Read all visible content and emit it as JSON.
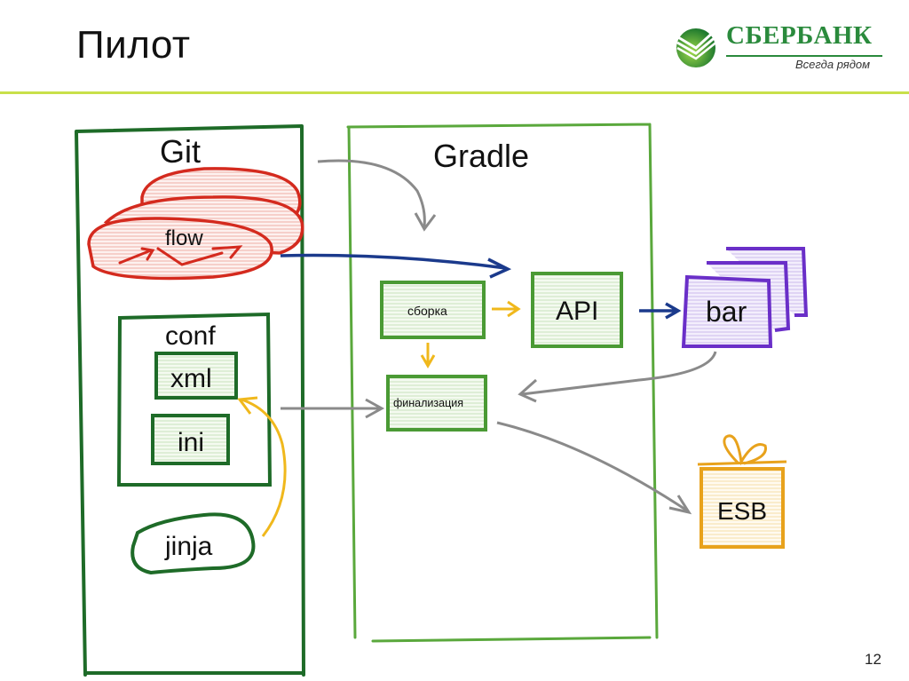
{
  "slide": {
    "title": "Пилот",
    "page_number": "12"
  },
  "logo": {
    "name": "СБЕРБАНК",
    "slogan": "Всегда рядом",
    "color": "#2a8a3c"
  },
  "diagram": {
    "colors": {
      "git_frame": "#1e6b28",
      "gradle_frame": "#5aa83c",
      "flow": "#d42a1e",
      "bar": "#6a2fc8",
      "esb": "#e8a21c",
      "arrow_blue": "#1b3a8c",
      "arrow_gray": "#8a8a8a",
      "arrow_yellow": "#f0b81c",
      "fill_green": "#e4f2dc",
      "fill_red": "#f8d6d2",
      "fill_purple": "#e6dcf6",
      "fill_yellow": "#fcf0d2"
    },
    "git": {
      "label": "Git",
      "flow_label": "flow",
      "conf_label": "conf",
      "xml_label": "xml",
      "ini_label": "ini",
      "jinja_label": "jinja"
    },
    "gradle": {
      "label": "Gradle",
      "build_label": "сборка",
      "api_label": "API",
      "finalize_label": "финализация"
    },
    "external": {
      "bar_label": "bar",
      "esb_label": "ESB"
    }
  }
}
